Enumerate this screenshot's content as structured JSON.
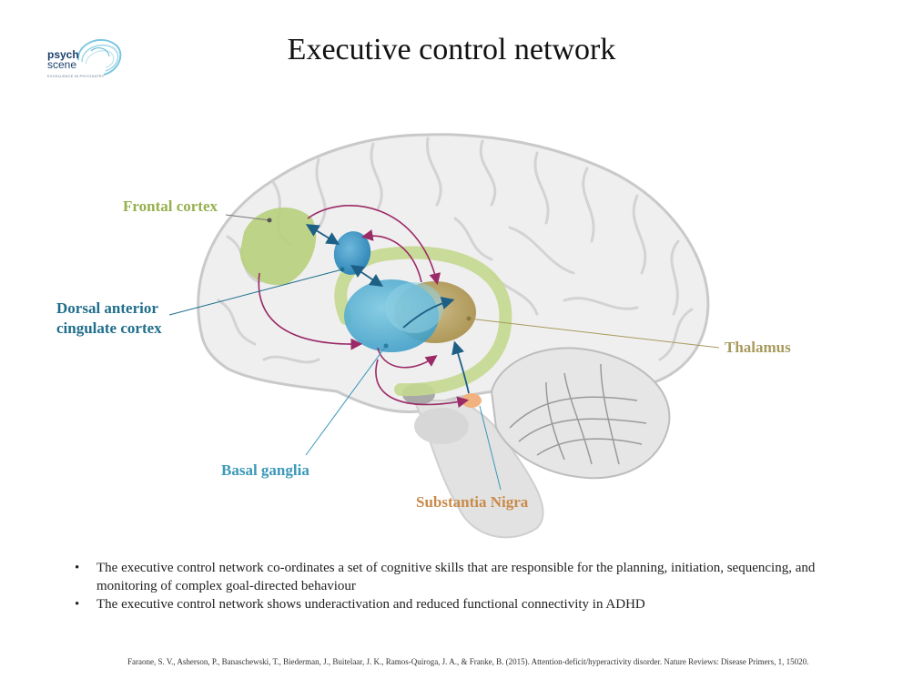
{
  "logo": {
    "word1": "psych",
    "word2": "scene",
    "tagline": "EXCELLENCE IN PSYCHIATRY"
  },
  "title": "Executive control network",
  "labels": {
    "frontal_cortex": "Frontal cortex",
    "dacc_line1": "Dorsal anterior",
    "dacc_line2": "cingulate cortex",
    "thalamus": "Thalamus",
    "basal_ganglia": "Basal ganglia",
    "substantia_nigra": "Substantia Nigra"
  },
  "bullets": [
    {
      "marker": "•",
      "text": "The executive control network co-ordinates a set of cognitive skills that are responsible for the planning, initiation, sequencing, and monitoring of complex goal-directed behaviour"
    },
    {
      "marker": "•",
      "text": "The executive control network shows underactivation and reduced functional connectivity in ADHD"
    }
  ],
  "citation": "Faraone, S. V., Asherson, P., Banaschewski, T., Biederman, J., Buitelaar, J. K., Ramos-Quiroga, J. A., & Franke, B. (2015). Attention-deficit/hyperactivity disorder. Nature Reviews: Disease Primers, 1, 15020.",
  "colors": {
    "frontal": "#b7cf7c",
    "dacc": "#2b8cba",
    "basal": "#5ab3d3",
    "thalamus": "#b39a52",
    "substantia_nigra": "#f2b27f",
    "arrow_magenta": "#9b2a67",
    "arrow_blue": "#1e5f86"
  }
}
